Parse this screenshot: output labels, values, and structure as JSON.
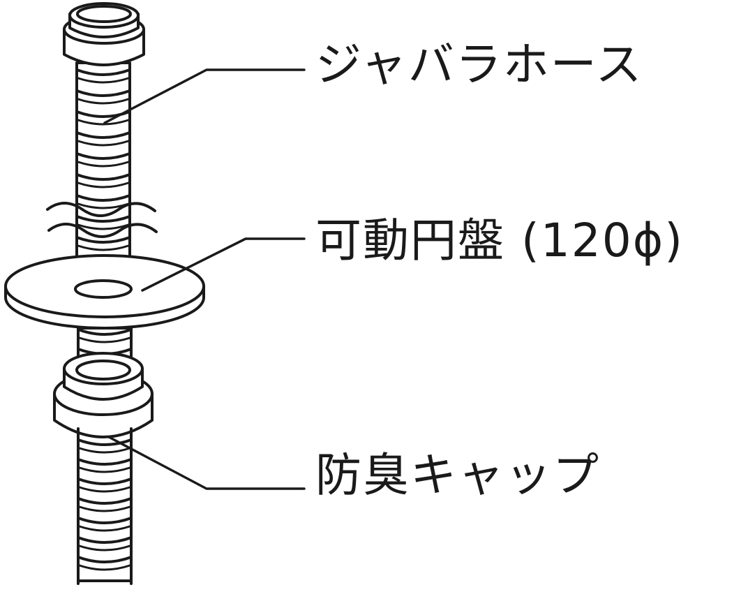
{
  "labels": {
    "bellows_hose": "ジャバラホース",
    "movable_disc": "可動円盤 (120ϕ)",
    "odor_cap": "防臭キャップ"
  },
  "colors": {
    "line": "#1a1a1a",
    "background": "#ffffff"
  }
}
